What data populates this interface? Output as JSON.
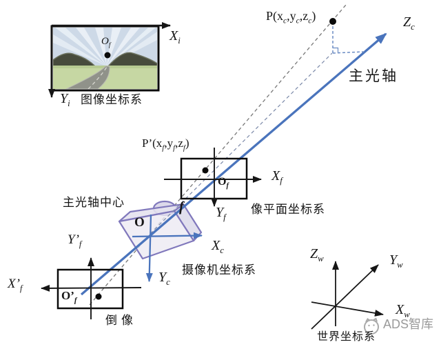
{
  "colors": {
    "axis_blue": "#4a74bc",
    "dashed_blue": "#6b8cc4",
    "dash_gray": "#777777",
    "camera_purple": "#8078bc",
    "ink": "#161616",
    "logo_gray": "#9a9a9a",
    "sky": "#cdd9e7",
    "field": "#c6d7a3",
    "mountain": "#474b3c",
    "road": "#90928a"
  },
  "image_coord": {
    "label": "图像坐标系",
    "x_axis": {
      "base": "X",
      "sub": "i"
    },
    "y_axis": {
      "base": "Y",
      "sub": "i"
    },
    "origin": {
      "base": "O",
      "sub": "f"
    }
  },
  "principal": {
    "point_p": [
      "P(x",
      "c",
      ",y",
      "c",
      ",z",
      "c",
      ")"
    ],
    "z_axis": {
      "base": "Z",
      "sub": "c"
    },
    "axis_label": "主光轴",
    "center_label": "主光轴中心"
  },
  "image_plane": {
    "label": "像平面坐标系",
    "point_p2": [
      "P’(x",
      "f",
      ",y",
      "f",
      ",z",
      "f",
      ")"
    ],
    "x_axis": {
      "base": "X",
      "sub": "f"
    },
    "y_axis": {
      "base": "Y",
      "sub": "f"
    },
    "origin": {
      "base": "O",
      "sub": "f"
    },
    "focal": "f"
  },
  "camera": {
    "label": "摄像机坐标系",
    "origin": "O",
    "x_axis": {
      "base": "X",
      "sub": "c"
    },
    "y_axis": {
      "base": "Y",
      "sub": "c"
    }
  },
  "inverted": {
    "label": "倒像",
    "x_axis": {
      "base": "X’",
      "sub": "f"
    },
    "y_axis": {
      "base": "Y’",
      "sub": "f"
    },
    "origin": {
      "base": "O’",
      "sub": "f"
    }
  },
  "world": {
    "label": "世界坐标系",
    "x_axis": {
      "base": "X",
      "sub": "w"
    },
    "y_axis": {
      "base": "Y",
      "sub": "w"
    },
    "z_axis": {
      "base": "Z",
      "sub": "w"
    }
  },
  "watermark": {
    "text": "ADS智库"
  }
}
